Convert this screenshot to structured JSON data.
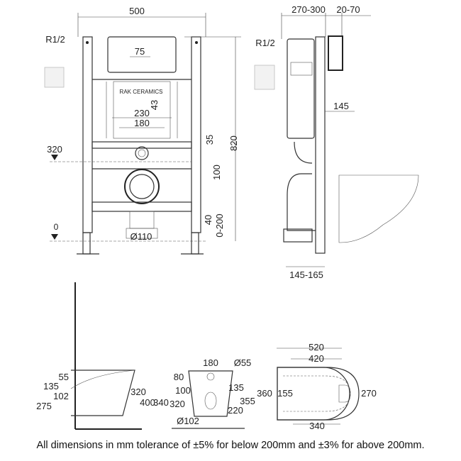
{
  "front_view": {
    "width": "500",
    "inlet": "R1/2",
    "plate_width": "75",
    "logo": "RAK CERAMICS",
    "d43": "43",
    "d230": "230",
    "d180": "180",
    "d35": "35",
    "height": "820",
    "level_320": "320",
    "d100": "100",
    "d40": "40",
    "d0_200": "0-200",
    "drain": "Ø110",
    "level_0": "0"
  },
  "side_view": {
    "depth": "270-300",
    "plate_depth": "20-70",
    "inlet": "R1/2",
    "d145": "145",
    "bottom": "145-165"
  },
  "bowl_side": {
    "d55": "55",
    "d135": "135",
    "d102": "102",
    "d275": "275",
    "d320": "320",
    "d400": "400",
    "d340": "340"
  },
  "bowl_rear": {
    "d180": "180",
    "d55": "Ø55",
    "d80": "80",
    "d100": "100",
    "d320": "320",
    "d102": "Ø102",
    "d135": "135",
    "d355": "355",
    "d220": "220"
  },
  "bowl_top": {
    "d520": "520",
    "d420": "420",
    "d360": "360",
    "d155": "155",
    "d270": "270",
    "d340": "340"
  },
  "caption": "All dimensions in mm tolerance of ±5% for below 200mm and ±3% for above 200mm."
}
